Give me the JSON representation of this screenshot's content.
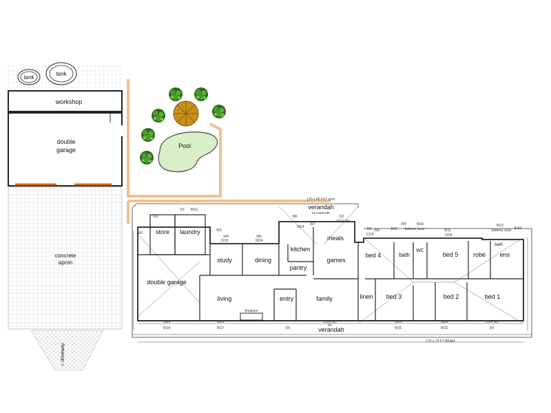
{
  "outbuilding": {
    "tank_1": "tank",
    "tank_2": "tank",
    "workshop": "workshop",
    "garage_line1": "double",
    "garage_line2": "garage",
    "apron_line1": "concrete",
    "apron_line2": "apron",
    "driveway": "< driveway"
  },
  "garden": {
    "pool": "Pool"
  },
  "house": {
    "verandah_top": "verandah",
    "verandah_bottom": "verandah",
    "rooms": {
      "store": "store",
      "laundry": "laundry",
      "study": "study",
      "dining": "dining",
      "kitchen": "kitchen",
      "pantry": "pantry",
      "meals": "meals",
      "games": "games",
      "double_garage": "double garage",
      "living": "living",
      "entry": "entry",
      "family": "family",
      "bed4": "bed 4",
      "bath1": "bath",
      "wc": "WC",
      "bed5": "bed 5",
      "robe": "robe",
      "ens": "ens",
      "bath2": "bath",
      "linen": "linen",
      "bed3": "bed 3",
      "bed2": "bed 2",
      "bed1": "bed 1",
      "fireplace": "fireplace"
    },
    "windows_top": {
      "d1": "D1",
      "w1": "W1",
      "w2": "W2",
      "w3": "W3",
      "w4": "W4",
      "w5": "W5",
      "w6": "W6",
      "w7": "W7",
      "d2": "D2",
      "d3": "D3",
      "w8": "W8",
      "b63": "B63",
      "w9": "W9",
      "w10": "W10",
      "w11": "W11",
      "w12": "W12",
      "b62": "B.62"
    },
    "windows_bottom": {
      "w18": "W18",
      "w17": "W17",
      "d6": "D6",
      "d5": "D5",
      "w16": "W16",
      "w15": "W15",
      "d4": "D4"
    },
    "notes": {
      "beam_top": "120 x 65 F27 cont.",
      "verandah_note": "no concrete",
      "beam_bottom": "175 x 75 F7 BEAM.",
      "d1_note": "0912",
      "d2_note": "2121 SD",
      "d5_note": "2124 SD",
      "bath_note": "battens clear",
      "ens_note": "battens clear"
    },
    "dims_bottom": [
      "1824",
      "1824",
      "2124 SD",
      "1824",
      "1824",
      "2124 SD"
    ],
    "dims_top": [
      "1215",
      "1824",
      "1824",
      "1218",
      "1224"
    ]
  },
  "colors": {
    "path": "#f0c08a",
    "pool": "#d8f0c8",
    "umbrella": "#c8901a",
    "shrub": "#2e6a1e",
    "orange_door": "#e06010"
  }
}
